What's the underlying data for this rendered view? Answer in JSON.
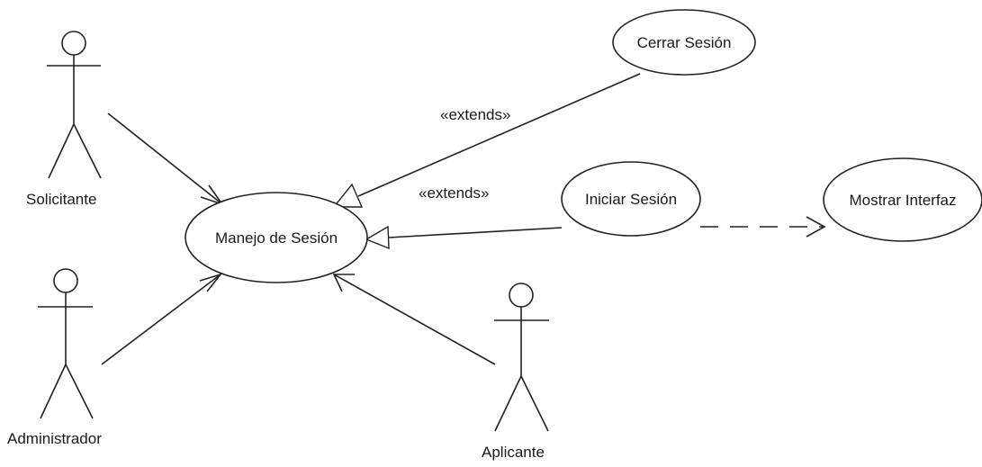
{
  "actors": {
    "solicitante": "Solicitante",
    "administrador": "Administrador",
    "aplicante": "Aplicante"
  },
  "use_cases": {
    "manejo_sesion": "Manejo de Sesión",
    "cerrar_sesion": "Cerrar Sesión",
    "iniciar_sesion": "Iniciar Sesión",
    "mostrar_interfaz": "Mostrar Interfaz"
  },
  "relations": {
    "extends_cerrar": "«extends»",
    "extends_iniciar": "«extends»"
  }
}
